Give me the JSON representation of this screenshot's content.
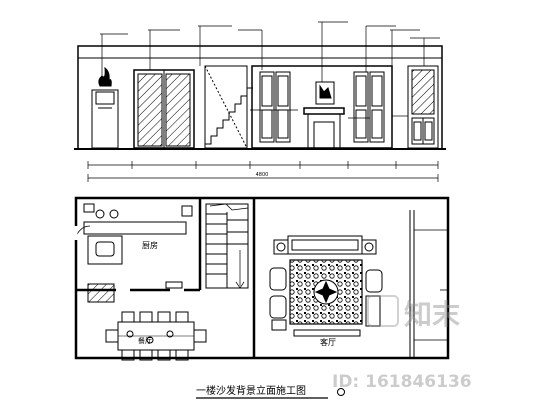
{
  "drawing": {
    "title": "一楼沙发背景立面施工图",
    "elevation_dimension": "4800",
    "rooms": {
      "kitchen": "厨房",
      "dining": "餐厅",
      "living": "客厅"
    },
    "watermark": {
      "logo_text": "知末",
      "id_text": "ID: 161846136"
    },
    "colors": {
      "line": "#000000",
      "hatch": "#000000",
      "background": "#ffffff"
    }
  }
}
